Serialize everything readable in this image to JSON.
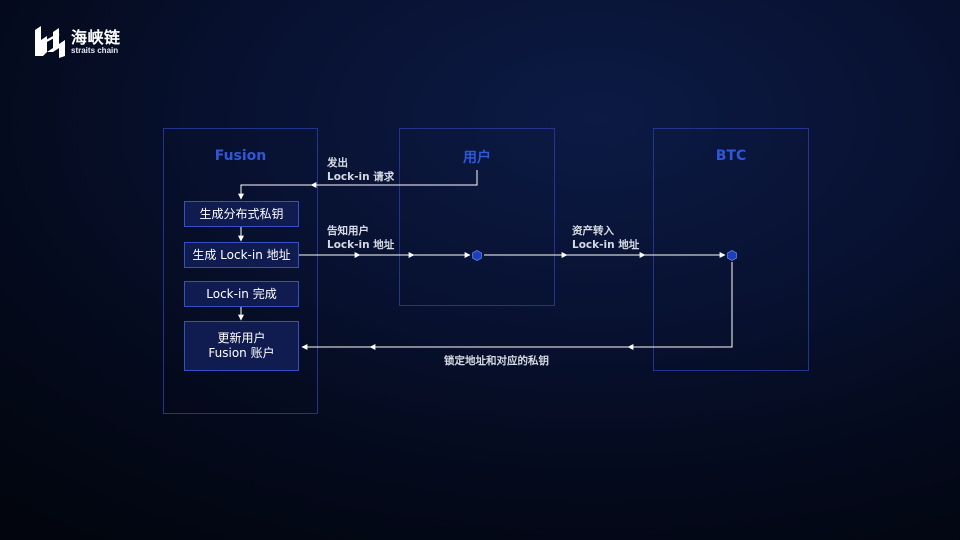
{
  "logo": {
    "title": "海峡链",
    "subtitle": "straits chain"
  },
  "lanes": {
    "fusion": {
      "title": "Fusion"
    },
    "user": {
      "title": "用户"
    },
    "btc": {
      "title": "BTC"
    }
  },
  "steps": [
    {
      "label": "生成分布式私钥"
    },
    {
      "label": "生成 Lock-in 地址"
    },
    {
      "label": "Lock-in 完成"
    },
    {
      "label_line1": "更新用户",
      "label_line2": "Fusion 账户"
    }
  ],
  "messages": {
    "request": {
      "line1": "发出",
      "line2": "Lock-in 请求"
    },
    "notify": {
      "line1": "告知用户",
      "line2": "Lock-in 地址"
    },
    "transfer": {
      "line1": "资产转入",
      "line2": "Lock-in 地址"
    },
    "lock": {
      "line1": "锁定地址和对应的私钥"
    }
  },
  "colors": {
    "lane_border": "#23348c",
    "lane_title": "#2e58d6",
    "step_fill": "#101c50",
    "step_border": "#3550c4",
    "arrow": "#ffffff",
    "node": "#1d3fb8"
  }
}
